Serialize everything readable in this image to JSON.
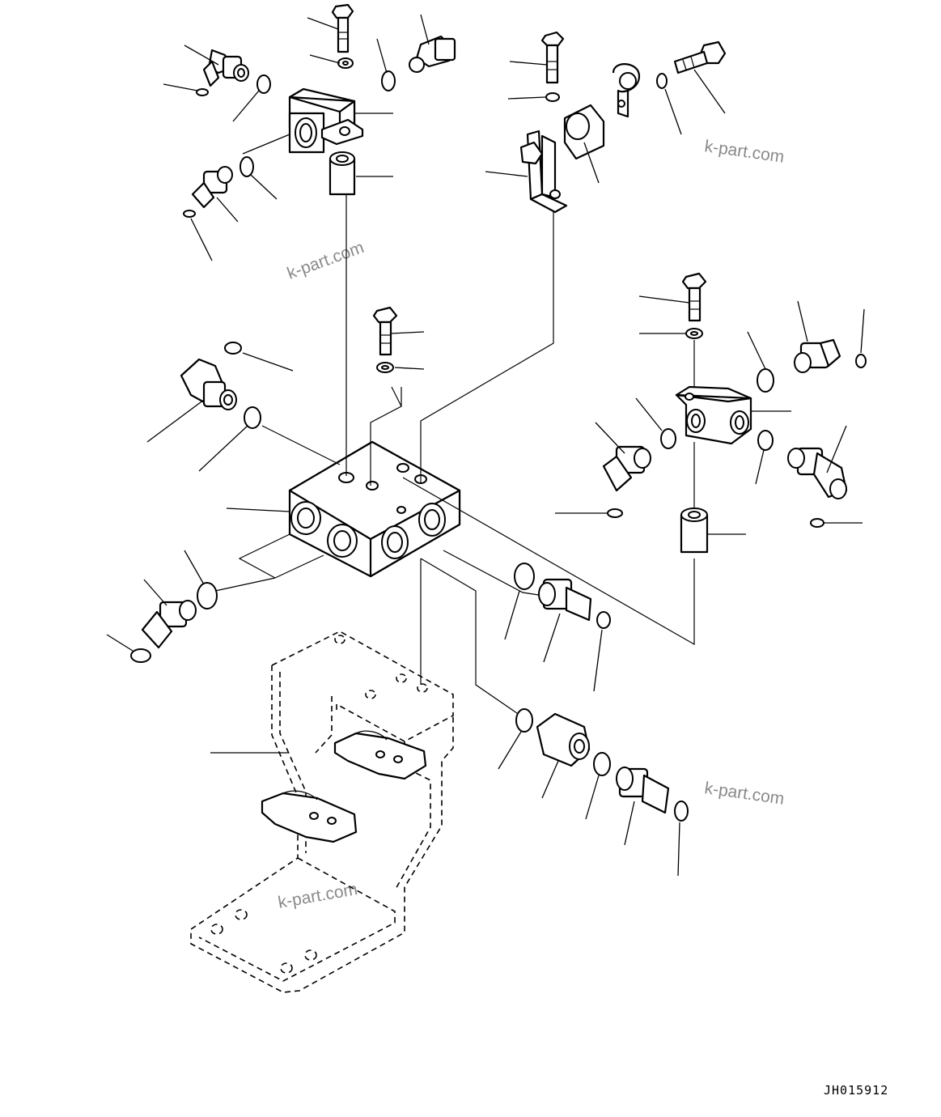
{
  "drawing": {
    "code": "JH015912",
    "watermarks": [
      "k-part.com",
      "k-part.com",
      "k-part.com",
      "k-part.com"
    ]
  }
}
